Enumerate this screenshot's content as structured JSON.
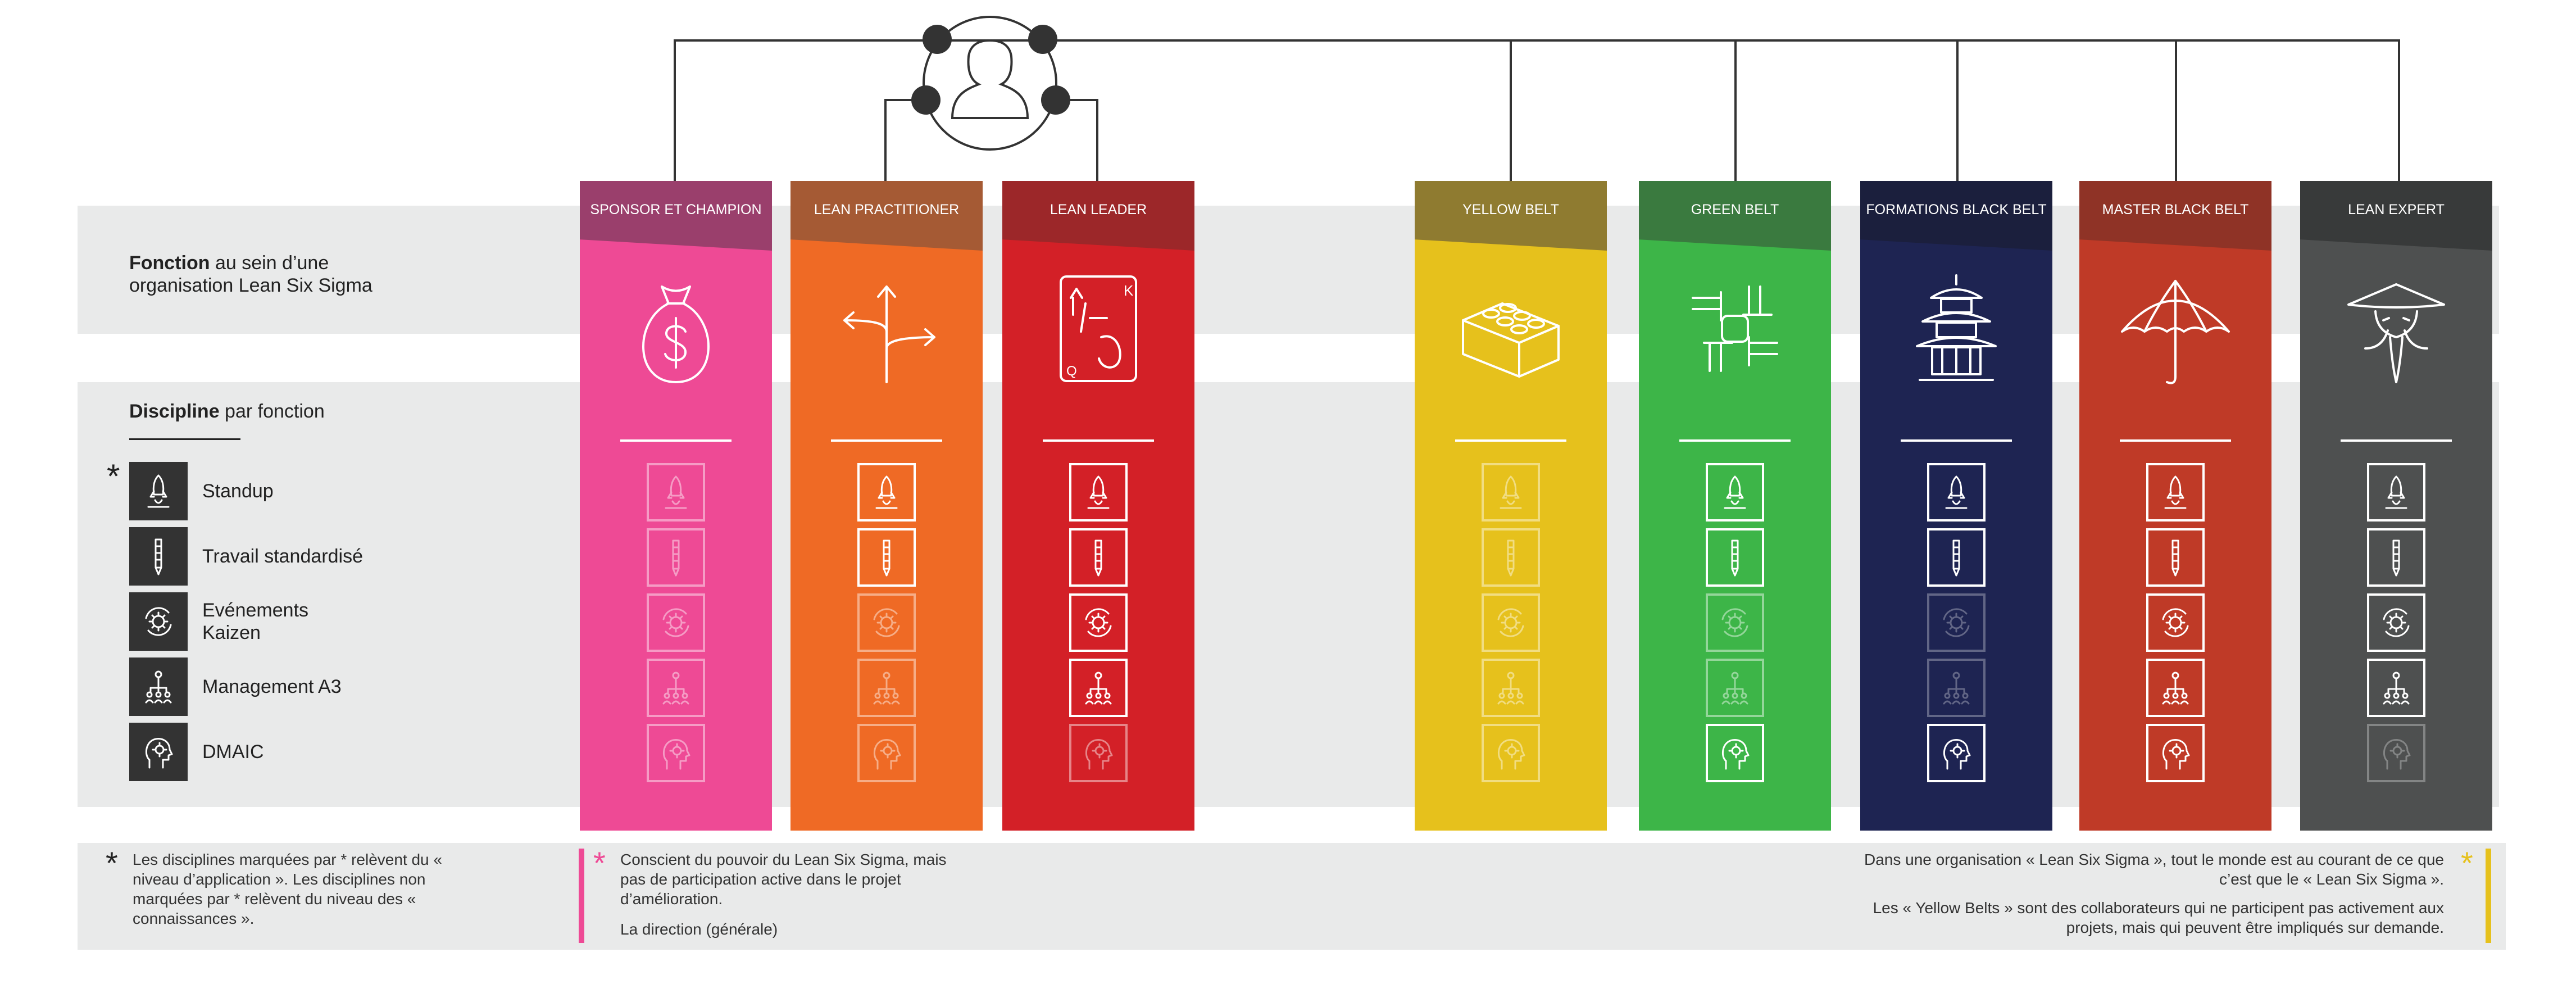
{
  "labels": {
    "fonction_bold": "Fonction",
    "fonction_rest": " au sein d’une organisation Lean Six Sigma",
    "discipline_bold": "Discipline",
    "discipline_rest": " par fonction"
  },
  "legend": {
    "star": "*",
    "items": [
      {
        "label": "Standup",
        "icon": "rocket-icon"
      },
      {
        "label": "Travail standardisé",
        "icon": "pencil-icon"
      },
      {
        "label": "Evénements Kaizen",
        "icon": "gear-cycle-icon"
      },
      {
        "label": "Management A3",
        "icon": "team-hierarchy-icon"
      },
      {
        "label": "DMAIC",
        "icon": "head-gear-icon"
      }
    ]
  },
  "columns": [
    {
      "title": "SPONSOR ET CHAMPION",
      "icon": "money-bag-icon",
      "color": "#ee4a95",
      "head_color": "#9a3f6c",
      "levels": [
        0.45,
        0.45,
        0.45,
        0.45,
        0.45
      ]
    },
    {
      "title": "LEAN PRACTITIONER",
      "icon": "split-arrows-icon",
      "color": "#ef6a25",
      "head_color": "#a55a34",
      "levels": [
        1,
        1,
        0.45,
        0.45,
        0.45
      ]
    },
    {
      "title": "LEAN LEADER",
      "icon": "king-card-icon",
      "color": "#d32027",
      "head_color": "#9c2729",
      "levels": [
        1,
        1,
        1,
        1,
        0.45
      ]
    },
    {
      "title": "YELLOW BELT",
      "icon": "lego-brick-icon",
      "color": "#e6c11c",
      "head_color": "#8f7b30",
      "levels": [
        0.45,
        0.45,
        0.45,
        0.45,
        0.45
      ]
    },
    {
      "title": "GREEN BELT",
      "icon": "hands-circle-icon",
      "color": "#3db548",
      "head_color": "#3a7a3f",
      "levels": [
        1,
        1,
        0.45,
        0.45,
        1
      ]
    },
    {
      "title": "FORMATIONS BLACK BELT",
      "icon": "pagoda-icon",
      "color": "#1e2452",
      "head_color": "#1b1f3d",
      "levels": [
        1,
        1,
        0.3,
        0.3,
        1
      ]
    },
    {
      "title": "MASTER BLACK BELT",
      "icon": "umbrella-icon",
      "color": "#bf3a27",
      "head_color": "#8f3326",
      "levels": [
        1,
        1,
        1,
        1,
        1
      ]
    },
    {
      "title": "LEAN EXPERT",
      "icon": "sage-icon",
      "color": "#4e5050",
      "head_color": "#383a3a",
      "levels": [
        1,
        1,
        1,
        1,
        0.3
      ]
    }
  ],
  "notes": {
    "left_star": "*",
    "left": "Les disciplines marquées par * relèvent du « niveau d’application ». Les disciplines non marquées par * relèvent du niveau des « connaissances ».",
    "mid_star": "*",
    "mid": "Conscient du pouvoir du Lean Six Sigma, mais pas de participation active dans le projet d’amélioration.",
    "mid_2": "La direction (générale)",
    "right": "Dans une organisation « Lean Six Sigma », tout le monde est au courant de ce que c’est que le « Lean Six Sigma ».",
    "right_2": "Les « Yellow Belts » sont des collaborateurs qui ne participent pas activement aux projets, mais qui peuvent être impliqués sur demande.",
    "right_star": "*"
  },
  "colors": {
    "band": "#e9eaea",
    "line": "#333333",
    "legend_icon_bg": "#333333"
  }
}
